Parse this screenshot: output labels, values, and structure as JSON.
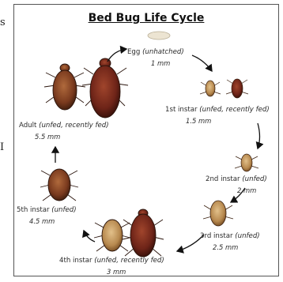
{
  "title": "Bed Bug Life Cycle",
  "edge_glyphs": [
    "s",
    "I"
  ],
  "stages": [
    {
      "key": "egg",
      "label": "Egg",
      "note": "(unhatched)",
      "size": "1 mm"
    },
    {
      "key": "instar1",
      "label": "1st instar",
      "note": "(unfed, recently fed)",
      "size": "1.5 mm"
    },
    {
      "key": "instar2",
      "label": "2nd instar",
      "note": "(unfed)",
      "size": "2 mm"
    },
    {
      "key": "instar3",
      "label": "3rd instar",
      "note": "(unfed)",
      "size": "2.5 mm"
    },
    {
      "key": "instar4",
      "label": "4th instar",
      "note": "(unfed, recently fed)",
      "size": "3 mm"
    },
    {
      "key": "instar5",
      "label": "5th instar",
      "note": "(unfed)",
      "size": "4.5 mm"
    },
    {
      "key": "adult",
      "label": "Adult",
      "note": "(unfed, recently fed)",
      "size": "5.5 mm"
    }
  ],
  "colors": {
    "bug_light": "#b7894f",
    "bug_dark": "#6e2418",
    "arrow": "#111111",
    "text": "#2a2a2a"
  }
}
